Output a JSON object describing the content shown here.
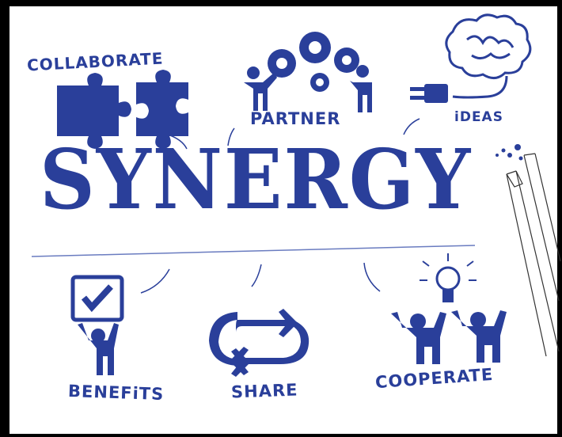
{
  "title": "SYNERGY",
  "labels": {
    "collaborate": "COLLABORATE",
    "partner": "PARTNER",
    "ideas": "iDEAS",
    "benefits": "BENEFiTS",
    "share": "SHARE",
    "cooperate": "COOPERATE"
  },
  "icons": {
    "collaborate": "puzzle-pieces-icon",
    "partner": "gears-people-icon",
    "ideas": "brain-plug-icon",
    "benefits": "checkbox-person-icon",
    "share": "circular-arrows-icon",
    "cooperate": "lightbulb-people-icon"
  },
  "colors": {
    "ink": "#2a3f9a",
    "background": "#ffffff"
  }
}
